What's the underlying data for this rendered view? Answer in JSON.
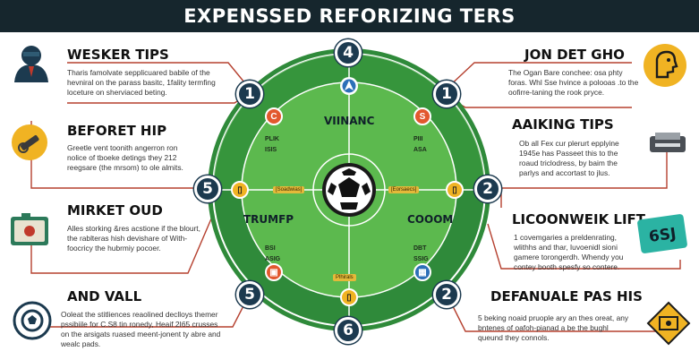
{
  "title": "EXPENSSED REFORIZING TERS",
  "colors": {
    "header_bg": "#16262d",
    "field_dark": "#2f8a3a",
    "field_light": "#5cb94e",
    "badge": "#1c3a4f",
    "connector": "#b5402f",
    "accent_yellow": "#f0b323"
  },
  "field": {
    "top_badge": "4",
    "bottom_badge": "6",
    "labels": {
      "top": "VIINANC",
      "left": "TRUMFP",
      "right": "COOOM"
    },
    "mini_labels": {
      "left_top": "PLIK",
      "left_top_sub": "ISIS",
      "right_top": "PIII",
      "right_top_sub": "ASA",
      "left_bottom": "BSI",
      "left_bottom_sub": "ASIG",
      "right_bottom": "DBT",
      "right_bottom_sub": "SSIG"
    },
    "tags": {
      "left_mid": "[Soadwias]",
      "right_mid": "[Eorsaecs]",
      "bottom_mid": "Plhirals"
    },
    "chips": {
      "left_top": "C",
      "right_top": "S"
    }
  },
  "tips_left": [
    {
      "heading": "WESKER TIPS",
      "badge": "1",
      "icon": "person-silhouette-icon",
      "text": "Tharis famolvate sepplicuared babile of the hevniral on the parass basitc, 1fality termfing loceture on sherviaced beting."
    },
    {
      "heading": "BEFORET HIP",
      "badge": "5",
      "icon": "pencil-gear-icon",
      "text": "Greetle vent toonith angerron ron nolice of tboeke detings they 212 reegsare (the mrsom) to ole almits."
    },
    {
      "heading": "MIRKET OUD",
      "badge": "",
      "icon": "camera-icon",
      "text": "Alles storking &res acstione if the blourt, the rablteras hish devishare of With-foocricy the hubrmiy pocoer."
    },
    {
      "heading": "AND VALL",
      "badge": "5",
      "icon": "soccer-ball-outline-icon",
      "text": "Ooleat the stitliences reaolined declloys themer pssibiile for C.S8 tin ronedy, Heaif 2I65 crusses on the arsigats ruased meent-jonent ty abre and wealc pads."
    }
  ],
  "tips_right": [
    {
      "heading": "JON DET GHO",
      "badge": "1",
      "icon": "face-profile-icon",
      "text": "The Ogan Bare conchee: osa phty foras. Whl Sse hvince a polooas .to the oofirre-taning the rook pryce."
    },
    {
      "heading": "AAIKING TIPS",
      "badge": "2",
      "icon": "printer-icon",
      "text": "Ob all Fex cur plerurt epplyine 1945e has Passeet this to the roaud triclodress, by baim the parlys and accortast to jlus."
    },
    {
      "heading": "LICOONWEIK LIFT",
      "badge": "",
      "icon": "ticket-icon",
      "text": "1 covemgaries a preldenrating, wlithhs and thar, Iuvoenidl sioni gamere torongerdh. Whendy you contey booth spesfy so contere."
    },
    {
      "heading": "DEFANUALE PAS HIS",
      "badge": "2",
      "icon": "warning-sign-icon",
      "text": "5 beking noaid pruople ary an thes oreat, any bntenes of oafoh-pianad a be the bughl queund they connols."
    }
  ],
  "ticket_text": "6SJ"
}
